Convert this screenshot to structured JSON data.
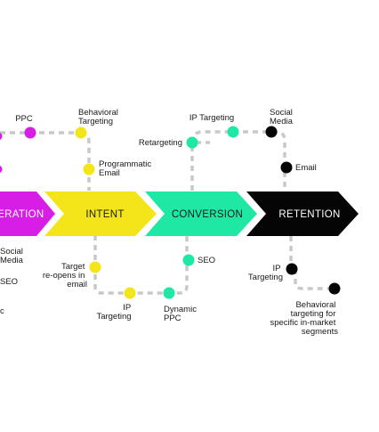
{
  "colors": {
    "awareness": "#d61ee6",
    "intent": "#f4e51a",
    "conversion": "#1ee8a4",
    "retention": "#050505",
    "connector": "#c8c8c8",
    "text": "#1a1a1a"
  },
  "stages": [
    {
      "key": "consideration",
      "label": "DERATION"
    },
    {
      "key": "intent",
      "label": "INTENT"
    },
    {
      "key": "conversion",
      "label": "CONVERSION"
    },
    {
      "key": "retention",
      "label": "RETENTION"
    }
  ],
  "tactics": {
    "ppc": "PPC",
    "behavioral_targeting_top": [
      "Behavioral",
      "Targeting"
    ],
    "programmatic_email": [
      "Programmatic",
      "Email"
    ],
    "social_media_left": [
      "Social",
      "Media"
    ],
    "seo_left": "SEO",
    "partial_left": "c",
    "target_reopens": [
      "Target",
      "re-opens in",
      "email"
    ],
    "ip_targeting_intent": [
      "IP",
      "Targeting"
    ],
    "retargeting": "Retargeting",
    "ip_targeting_conversion": "IP Targeting",
    "seo_conversion": "SEO",
    "dynamic_ppc": [
      "Dynamic",
      "PPC"
    ],
    "social_media_retention": [
      "Social",
      "Media"
    ],
    "email_retention": "Email",
    "ip_targeting_retention": [
      "IP",
      "Targeting"
    ],
    "behavioral_in_market": [
      "Behavioral",
      "targeting for",
      "specific in-market",
      "segments"
    ]
  }
}
